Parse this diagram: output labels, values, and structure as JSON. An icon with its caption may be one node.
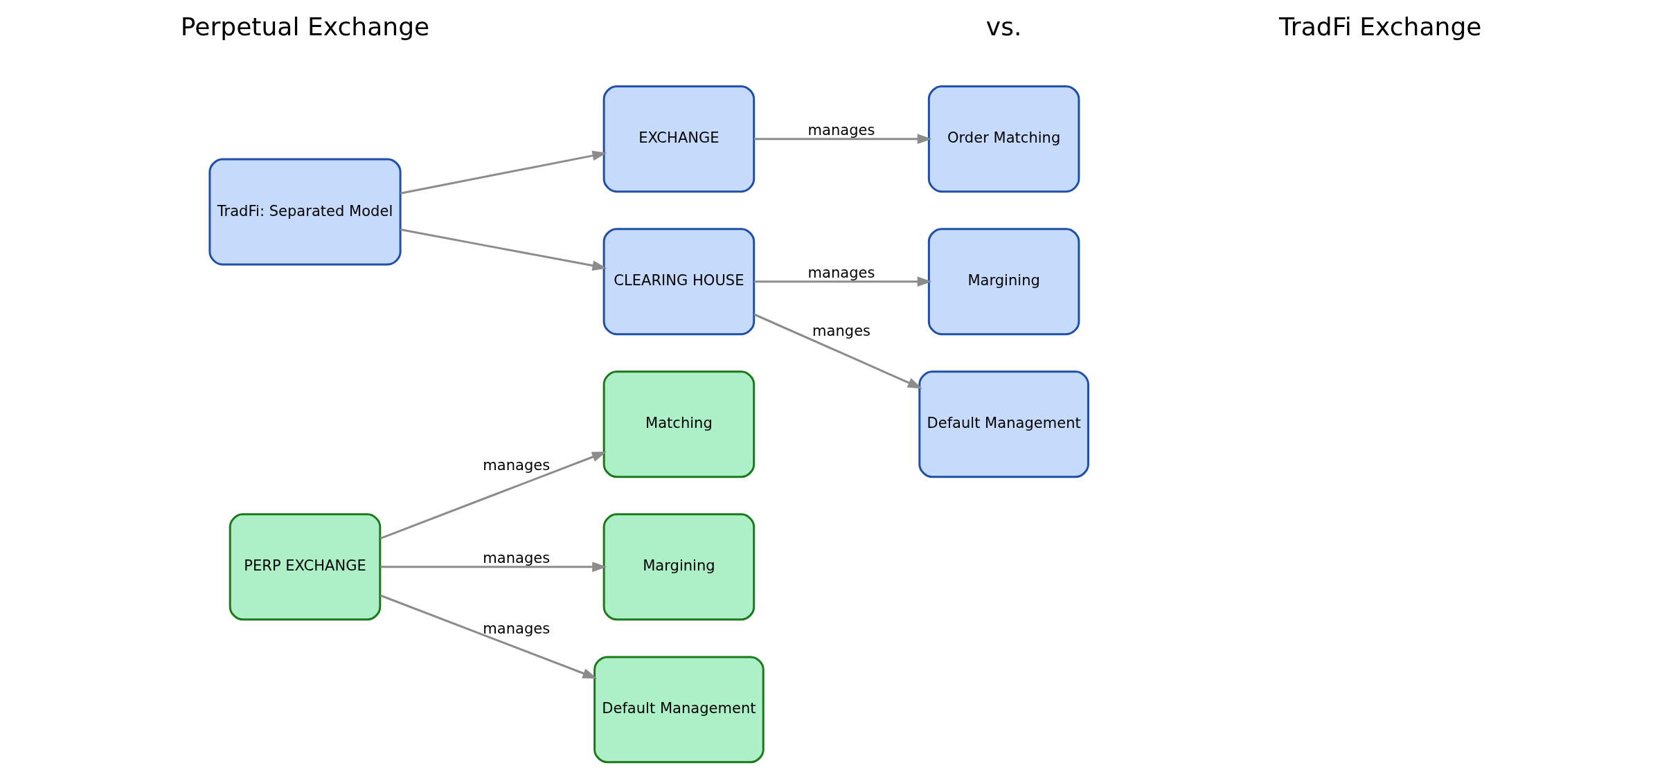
{
  "diagram": {
    "nodes": [
      {
        "text": [
          "PERP EXCHANGE"
        ]
      },
      {
        "text": [
          "Matching"
        ]
      },
      {
        "text": [
          "Margining"
        ]
      },
      {
        "text": [
          "Default Management"
        ]
      },
      {
        "text": [
          "TradFi: Separated Model"
        ]
      },
      {
        "text": [
          "EXCHANGE"
        ]
      },
      {
        "text": [
          "Order Matching"
        ]
      },
      {
        "text": [
          "CLEARING HOUSE"
        ]
      },
      {
        "text": [
          "Margining"
        ]
      },
      {
        "text": [
          "Default Management"
        ]
      }
    ],
    "edges": [
      {
        "from": 0,
        "to": 1,
        "arrow": "to",
        "label": "manages"
      },
      {
        "from": 0,
        "to": 2,
        "arrow": "to",
        "label": "manages"
      },
      {
        "from": 0,
        "to": 3,
        "arrow": "to",
        "label": "manages"
      },
      {
        "from": 4,
        "to": 5,
        "arrow": "to"
      },
      {
        "from": 4,
        "to": 7,
        "arrow": "to"
      },
      {
        "from": 5,
        "to": 6,
        "arrow": "to",
        "label": "manages"
      },
      {
        "from": 7,
        "to": 8,
        "arrow": "to",
        "label": "manages"
      },
      {
        "from": 7,
        "to": 9,
        "arrow": "to",
        "label": "manges"
      }
    ],
    "labels": [
      "Perpetual Exchange",
      "vs.",
      "TradFi Exchange"
    ]
  }
}
